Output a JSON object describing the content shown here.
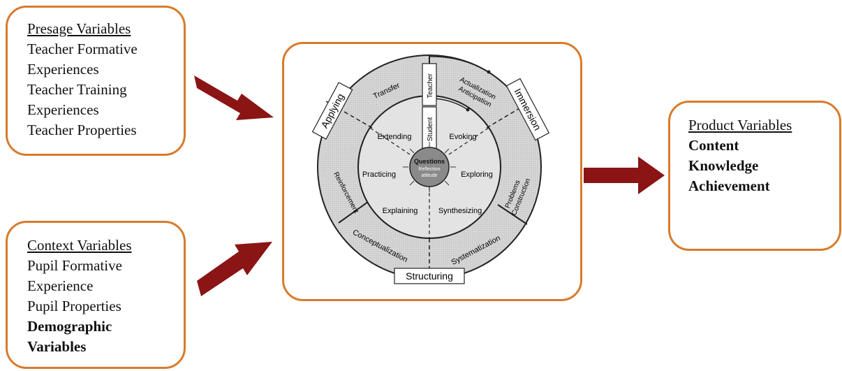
{
  "presage": {
    "header": "Presage Variables",
    "lines": [
      "Teacher Formative",
      "Experiences",
      "Teacher Training",
      "Experiences",
      "Teacher Properties"
    ]
  },
  "context": {
    "header": "Context Variables",
    "lines": [
      "Pupil Formative",
      "Experience",
      "Pupil Properties"
    ],
    "bold_lines": [
      "Demographic",
      "Variables"
    ]
  },
  "product": {
    "header": "Product Variables",
    "bold_lines": [
      "Content",
      "Knowledge",
      "Achievement"
    ]
  },
  "model": {
    "outer_segments": [
      "Transfer",
      "Actualization",
      "Anticipation",
      "Problems",
      "Construction",
      "Systematization",
      "Conceptualization",
      "Reinforcement"
    ],
    "inner_segments": [
      "Extending",
      "Evoking",
      "Exploring",
      "Synthesizing",
      "Explaining",
      "Practicing"
    ],
    "core": [
      "Questions",
      "Reflection",
      "attitude"
    ],
    "phases": [
      "Applying",
      "Immersion",
      "Structuring"
    ],
    "roles": [
      "Teacher",
      "Student"
    ]
  },
  "colors": {
    "box_border": "#d97a2b",
    "arrow": "#8b1414",
    "wheel_fill": "#d6d6d6"
  }
}
